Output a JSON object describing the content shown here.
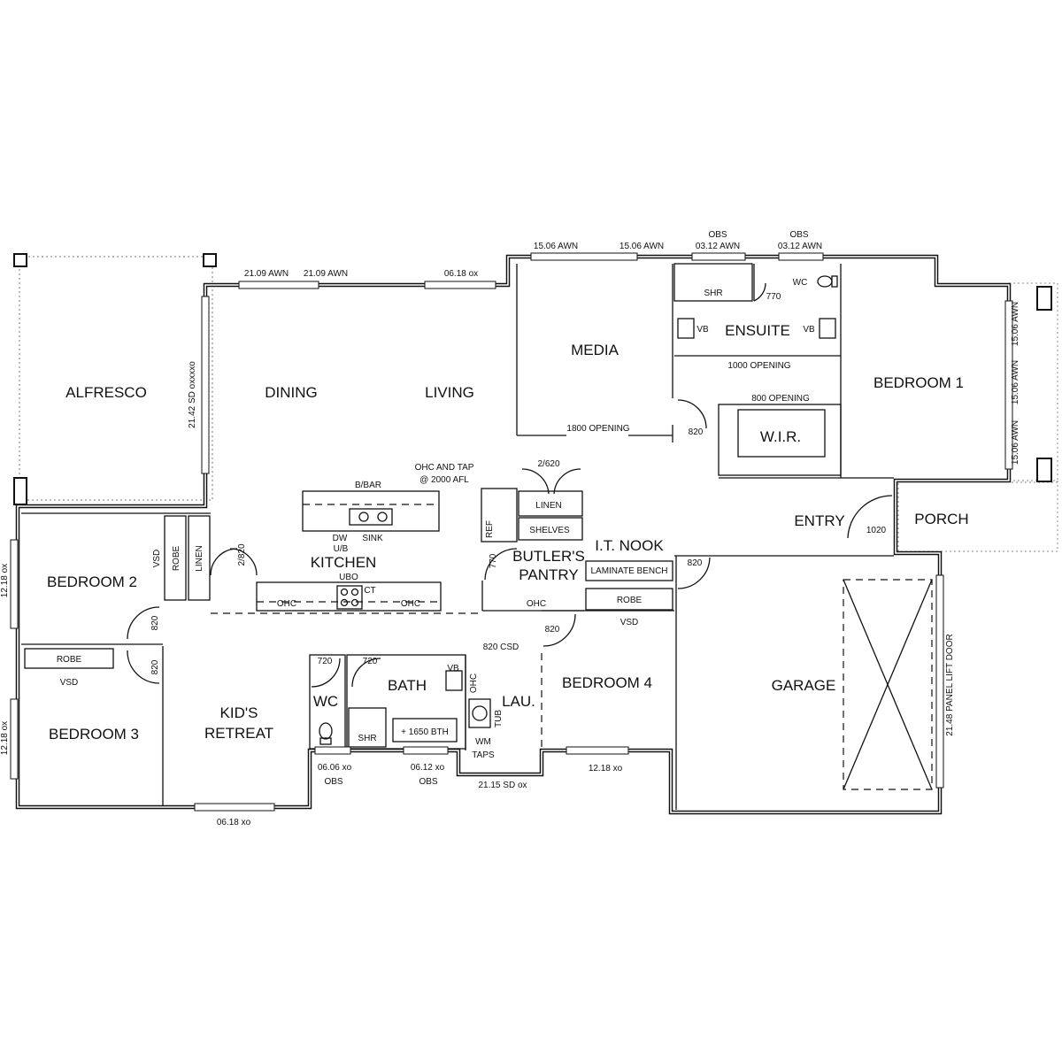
{
  "rooms": {
    "alfresco": "ALFRESCO",
    "dining": "DINING",
    "living": "LIVING",
    "media": "MEDIA",
    "ensuite": "ENSUITE",
    "bedroom1": "BEDROOM 1",
    "wir": "W.I.R.",
    "entry": "ENTRY",
    "porch": "PORCH",
    "kitchen": "KITCHEN",
    "bedroom2": "BEDROOM 2",
    "bedroom3": "BEDROOM 3",
    "kids_retreat_1": "KID'S",
    "kids_retreat_2": "RETREAT",
    "wc": "WC",
    "bath": "BATH",
    "laundry": "LAU.",
    "bedroom4": "BEDROOM 4",
    "garage": "GARAGE",
    "butlers_pantry_1": "BUTLER'S",
    "butlers_pantry_2": "PANTRY",
    "it_nook": "I.T. NOOK"
  },
  "fixtures": {
    "shr_ensuite": "SHR",
    "vb_left": "VB",
    "vb_right": "VB",
    "wc_ensuite": "WC",
    "linen_pantry": "LINEN",
    "shelves": "SHELVES",
    "laminate_bench": "LAMINATE BENCH",
    "robe_nook": "ROBE",
    "vsd_nook": "VSD",
    "ohc_pantry": "OHC",
    "ref": "REF",
    "bbar": "B/BAR",
    "dw": "DW",
    "ub": "U/B",
    "sink": "SINK",
    "ubo": "UBO",
    "ct": "CT",
    "ohc_kitchen_left": "OHC",
    "ohc_kitchen_right": "OHC",
    "ohc_tap_1": "OHC AND TAP",
    "ohc_tap_2": "@ 2000 AFL",
    "vsd_bed2": "VSD",
    "robe_bed2": "ROBE",
    "linen_hall": "LINEN",
    "robe_bed3": "ROBE",
    "vsd_bed3": "VSD",
    "shr_bath": "SHR",
    "bth": "+ 1650 BTH",
    "vb_bath": "VB",
    "ohc_laundry": "OHC",
    "tub": "TUB",
    "wm": "WM",
    "taps": "TAPS"
  },
  "dimensions": {
    "d_770_ensuite": "770",
    "opening_1000": "1000 OPENING",
    "opening_800": "800 OPENING",
    "opening_1800": "1800 OPENING",
    "d_820_wir": "820",
    "d_1020": "1020",
    "d_820_garage": "820",
    "d_770_pantry": "770",
    "d_2_620": "2/620",
    "d_2_820": "2/820",
    "d_820_bed2": "820",
    "d_820_bed3": "820",
    "d_720_wc": "720",
    "d_720_bath": "720",
    "d_820_csd": "820 CSD",
    "d_820_bed4": "820"
  },
  "windows": {
    "w_2109_a": "21.09  AWN",
    "w_2109_b": "21.09  AWN",
    "w_0618_top": "06.18 ox",
    "w_1506_a": "15.06  AWN",
    "w_1506_b": "15.06  AWN",
    "obs_1": "OBS",
    "w_0312_a": "03.12  AWN",
    "obs_2": "OBS",
    "w_0312_b": "03.12  AWN",
    "w_2142": "21.42 SD oxxxxo",
    "w_1218_left_1": "12.18 ox",
    "w_1218_left_2": "12.18 ox",
    "w_1506_r1": "15.06  AWN",
    "w_1506_r2": "15.06  AWN",
    "w_1506_r3": "15.06  AWN",
    "w_0606": "06.06  xo",
    "obs_wc": "OBS",
    "w_0612": "06.12  xo",
    "obs_bath": "OBS",
    "w_2115": "21.15  SD ox",
    "w_1218_bed4": "12.18  xo",
    "w_0618_bottom": "06.18  xo",
    "garage_door": "21.48 PANEL LIFT DOOR"
  }
}
